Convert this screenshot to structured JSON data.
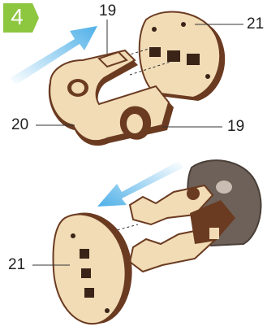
{
  "step": {
    "number": "4",
    "badge_color": "#8dc63f"
  },
  "arrow_color": "#4fb0e8",
  "wood": {
    "face": "#f1dcb6",
    "edge": "#6b3b21",
    "dark_part": "#6e6159"
  },
  "callouts": {
    "top_left_19": "19",
    "top_right_21": "21",
    "left_20": "20",
    "right_19": "19",
    "bottom_left_21": "21"
  }
}
